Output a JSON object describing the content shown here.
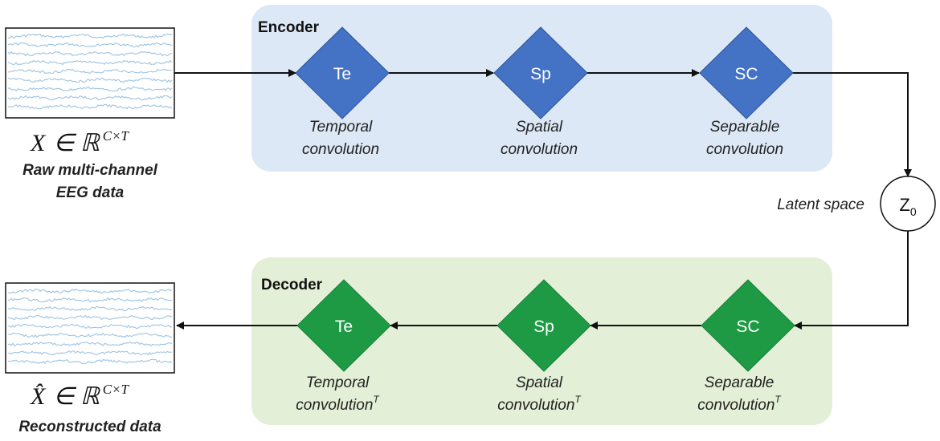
{
  "encoder": {
    "title": "Encoder",
    "color": "#4472c4",
    "panel_color": "#dce8f5",
    "nodes": [
      {
        "abbr": "Te",
        "label1": "Temporal",
        "label2": "convolution"
      },
      {
        "abbr": "Sp",
        "label1": "Spatial",
        "label2": "convolution"
      },
      {
        "abbr": "SC",
        "label1": "Separable",
        "label2": "convolution"
      }
    ]
  },
  "decoder": {
    "title": "Decoder",
    "color": "#1f9a44",
    "panel_color": "#e3efd6",
    "nodes": [
      {
        "abbr": "Te",
        "label1": "Temporal",
        "label2": "convolution",
        "sup": "T"
      },
      {
        "abbr": "Sp",
        "label1": "Spatial",
        "label2": "convolution",
        "sup": "T"
      },
      {
        "abbr": "SC",
        "label1": "Separable",
        "label2": "convolution",
        "sup": "T"
      }
    ]
  },
  "latent": {
    "label": "Latent space",
    "symbol": "Z",
    "subscript": "0"
  },
  "input": {
    "math_var": "X",
    "math_rest": "∈ ℝ",
    "math_sup": "C×T",
    "label1": "Raw multi-channel",
    "label2": "EEG data"
  },
  "output": {
    "math_var": "X̂",
    "math_rest": "∈ ℝ",
    "math_sup": "C×T",
    "label": "Reconstructed data"
  }
}
